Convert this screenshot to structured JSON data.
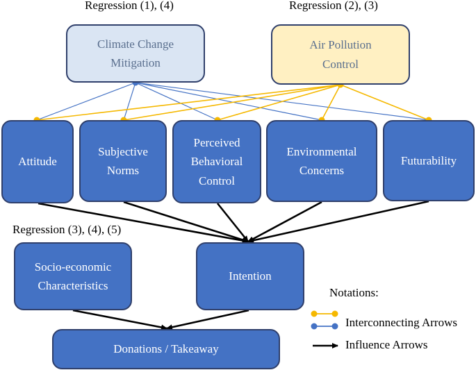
{
  "labels": {
    "reg_cc": "Regression (1), (4)",
    "reg_ap": "Regression (2), (3)",
    "reg_se": "Regression (3), (4), (5)"
  },
  "boxes": {
    "climate": "Climate Change\nMitigation",
    "air": "Air Pollution\nControl",
    "attitude": "Attitude",
    "norms": "Subjective\nNorms",
    "pbc": "Perceived\nBehavioral\nControl",
    "env": "Environmental\nConcerns",
    "futur": "Futurability",
    "socio": "Socio-economic\nCharacteristics",
    "intention": "Intention",
    "donations": "Donations / Takeaway"
  },
  "notations": {
    "title": "Notations:",
    "interconnect": "Interconnecting Arrows",
    "influence": "Influence Arrows"
  },
  "colors": {
    "blue_fill": "#4472c4",
    "blue_line": "#4472c4",
    "yellow_line": "#f5b800",
    "light_blue_fill": "#dae5f3",
    "light_yellow_fill": "#fff0c2",
    "border": "#2f3f6b"
  }
}
